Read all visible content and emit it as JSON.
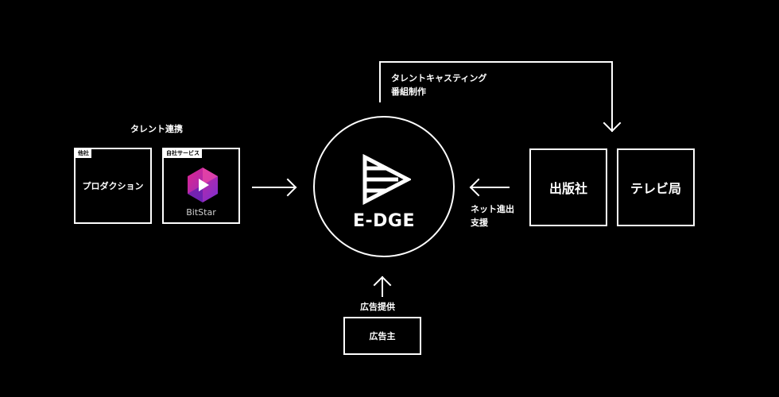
{
  "hub": {
    "name": "E-DGE",
    "logo_icon": "edge-logo-icon"
  },
  "left_group": {
    "caption": "タレント連携",
    "production_box": {
      "tag": "他社",
      "label": "プロダクション"
    },
    "bitstar_box": {
      "tag": "自社サービス",
      "service_name": "BitStar",
      "logo_icon": "bitstar-hexagon-icon"
    }
  },
  "top_loop": {
    "line1": "タレントキャスティング",
    "line2": "番組制作"
  },
  "right_group": {
    "caption_line1": "ネット進出",
    "caption_line2": "支援",
    "publisher_box": {
      "label": "出版社"
    },
    "tv_box": {
      "label": "テレビ局"
    }
  },
  "bottom_group": {
    "caption": "広告提供",
    "advertiser_box": {
      "label": "広告主"
    }
  },
  "colors": {
    "background": "#000000",
    "foreground": "#ffffff",
    "bitstar_magenta": "#e0248c",
    "bitstar_violet": "#7b2fd1"
  }
}
